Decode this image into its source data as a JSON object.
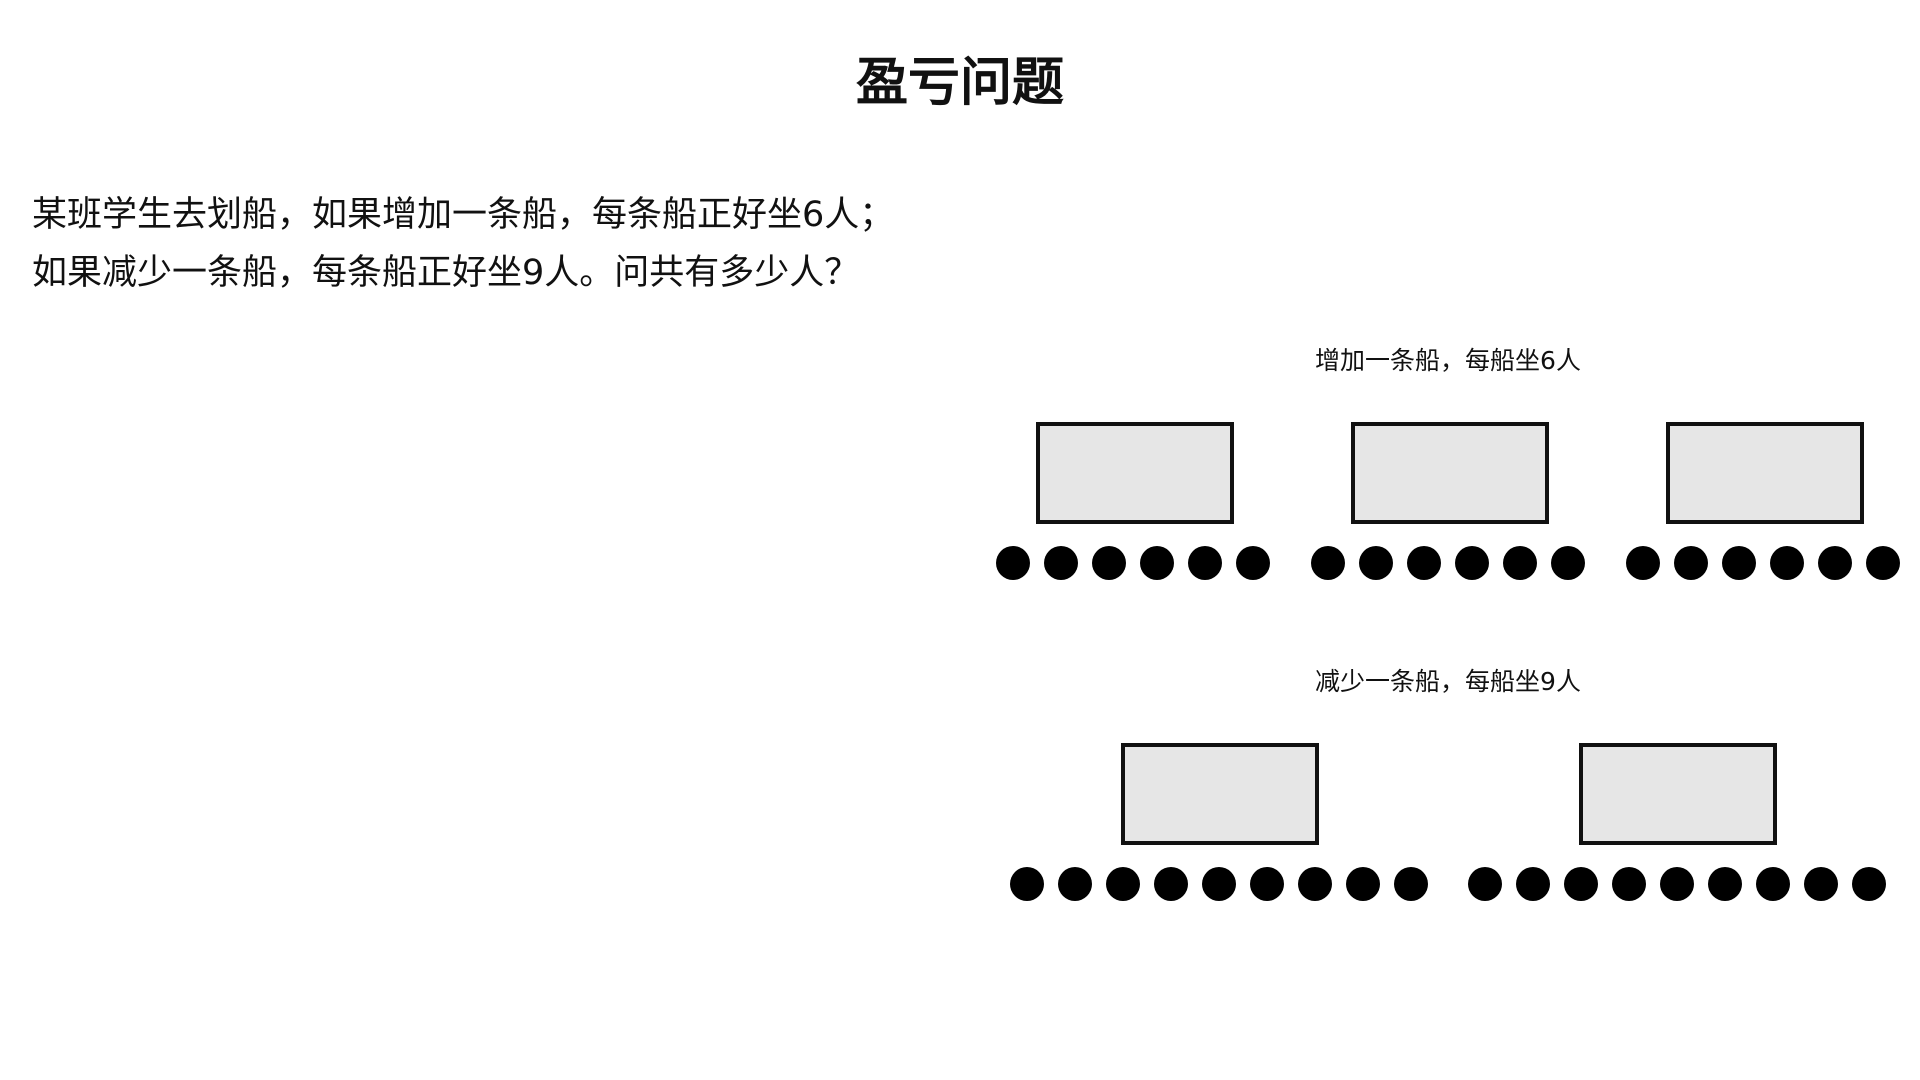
{
  "title": "盈亏问题",
  "problem": {
    "line1": "某班学生去划船，如果增加一条船，每条船正好坐6人；",
    "line2": "如果减少一条船，每条船正好坐9人。问共有多少人？"
  },
  "scenario_add": {
    "caption": "增加一条船，每船坐6人",
    "boats": 3,
    "people_per_boat": 6
  },
  "scenario_remove": {
    "caption": "减少一条船，每船坐9人",
    "boats": 2,
    "people_per_boat": 9
  },
  "colors": {
    "boat_fill": "#e6e6e6",
    "boat_border": "#111111",
    "person": "#000000",
    "text": "#111111",
    "background": "#ffffff"
  }
}
